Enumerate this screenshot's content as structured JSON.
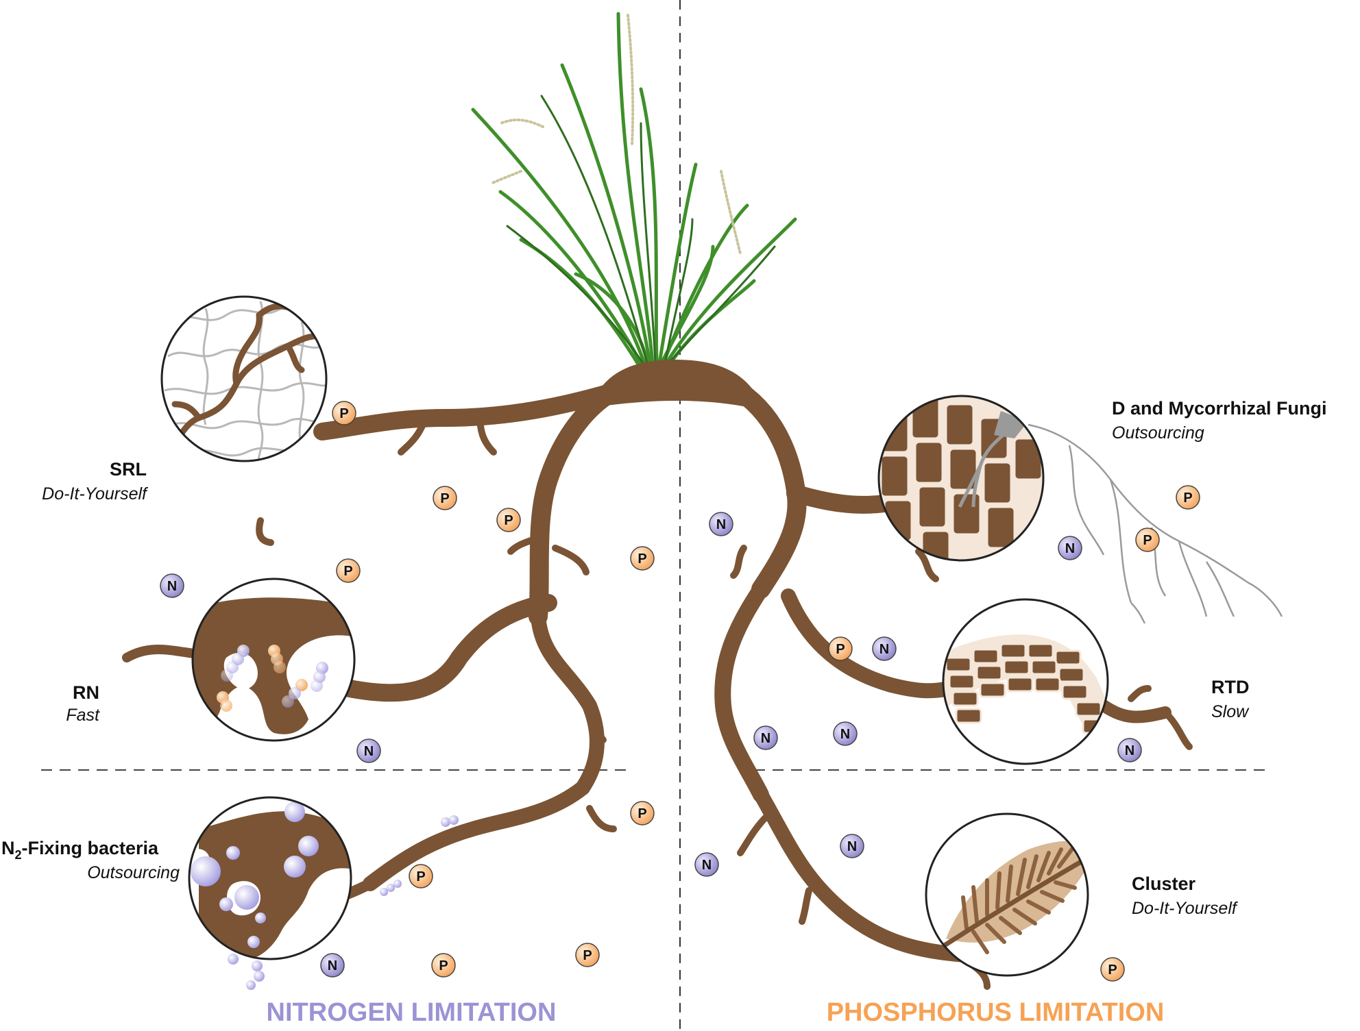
{
  "colors": {
    "root": "#7a5434",
    "root_light": "#c69c6d",
    "grass": "#3f8f2a",
    "grass_dark": "#2e6d1f",
    "nitrogen": "#8b84c9",
    "phosphorus": "#f4a35a",
    "footer_n": "#9a93d4",
    "footer_p": "#f6a254",
    "mycorrhiza": "#9a9a9a"
  },
  "strategies": {
    "srl": {
      "name": "SRL",
      "mode": "Do-It-Yourself"
    },
    "rn": {
      "name": "RN",
      "mode": "Fast"
    },
    "n2": {
      "name_prefix": "N",
      "subscript": "2",
      "name_suffix": "-Fixing bacteria",
      "mode": "Outsourcing"
    },
    "myco": {
      "name": "D and Mycorrhizal Fungi",
      "mode": "Outsourcing"
    },
    "rtd": {
      "name": "RTD",
      "mode": "Slow"
    },
    "cluster": {
      "name": "Cluster",
      "mode": "Do-It-Yourself"
    }
  },
  "nutrients": {
    "n_symbol": "N",
    "p_symbol": "P"
  },
  "footer": {
    "nitrogen": "NITROGEN LIMITATION",
    "phosphorus": "PHOSPHORUS LIMITATION"
  }
}
